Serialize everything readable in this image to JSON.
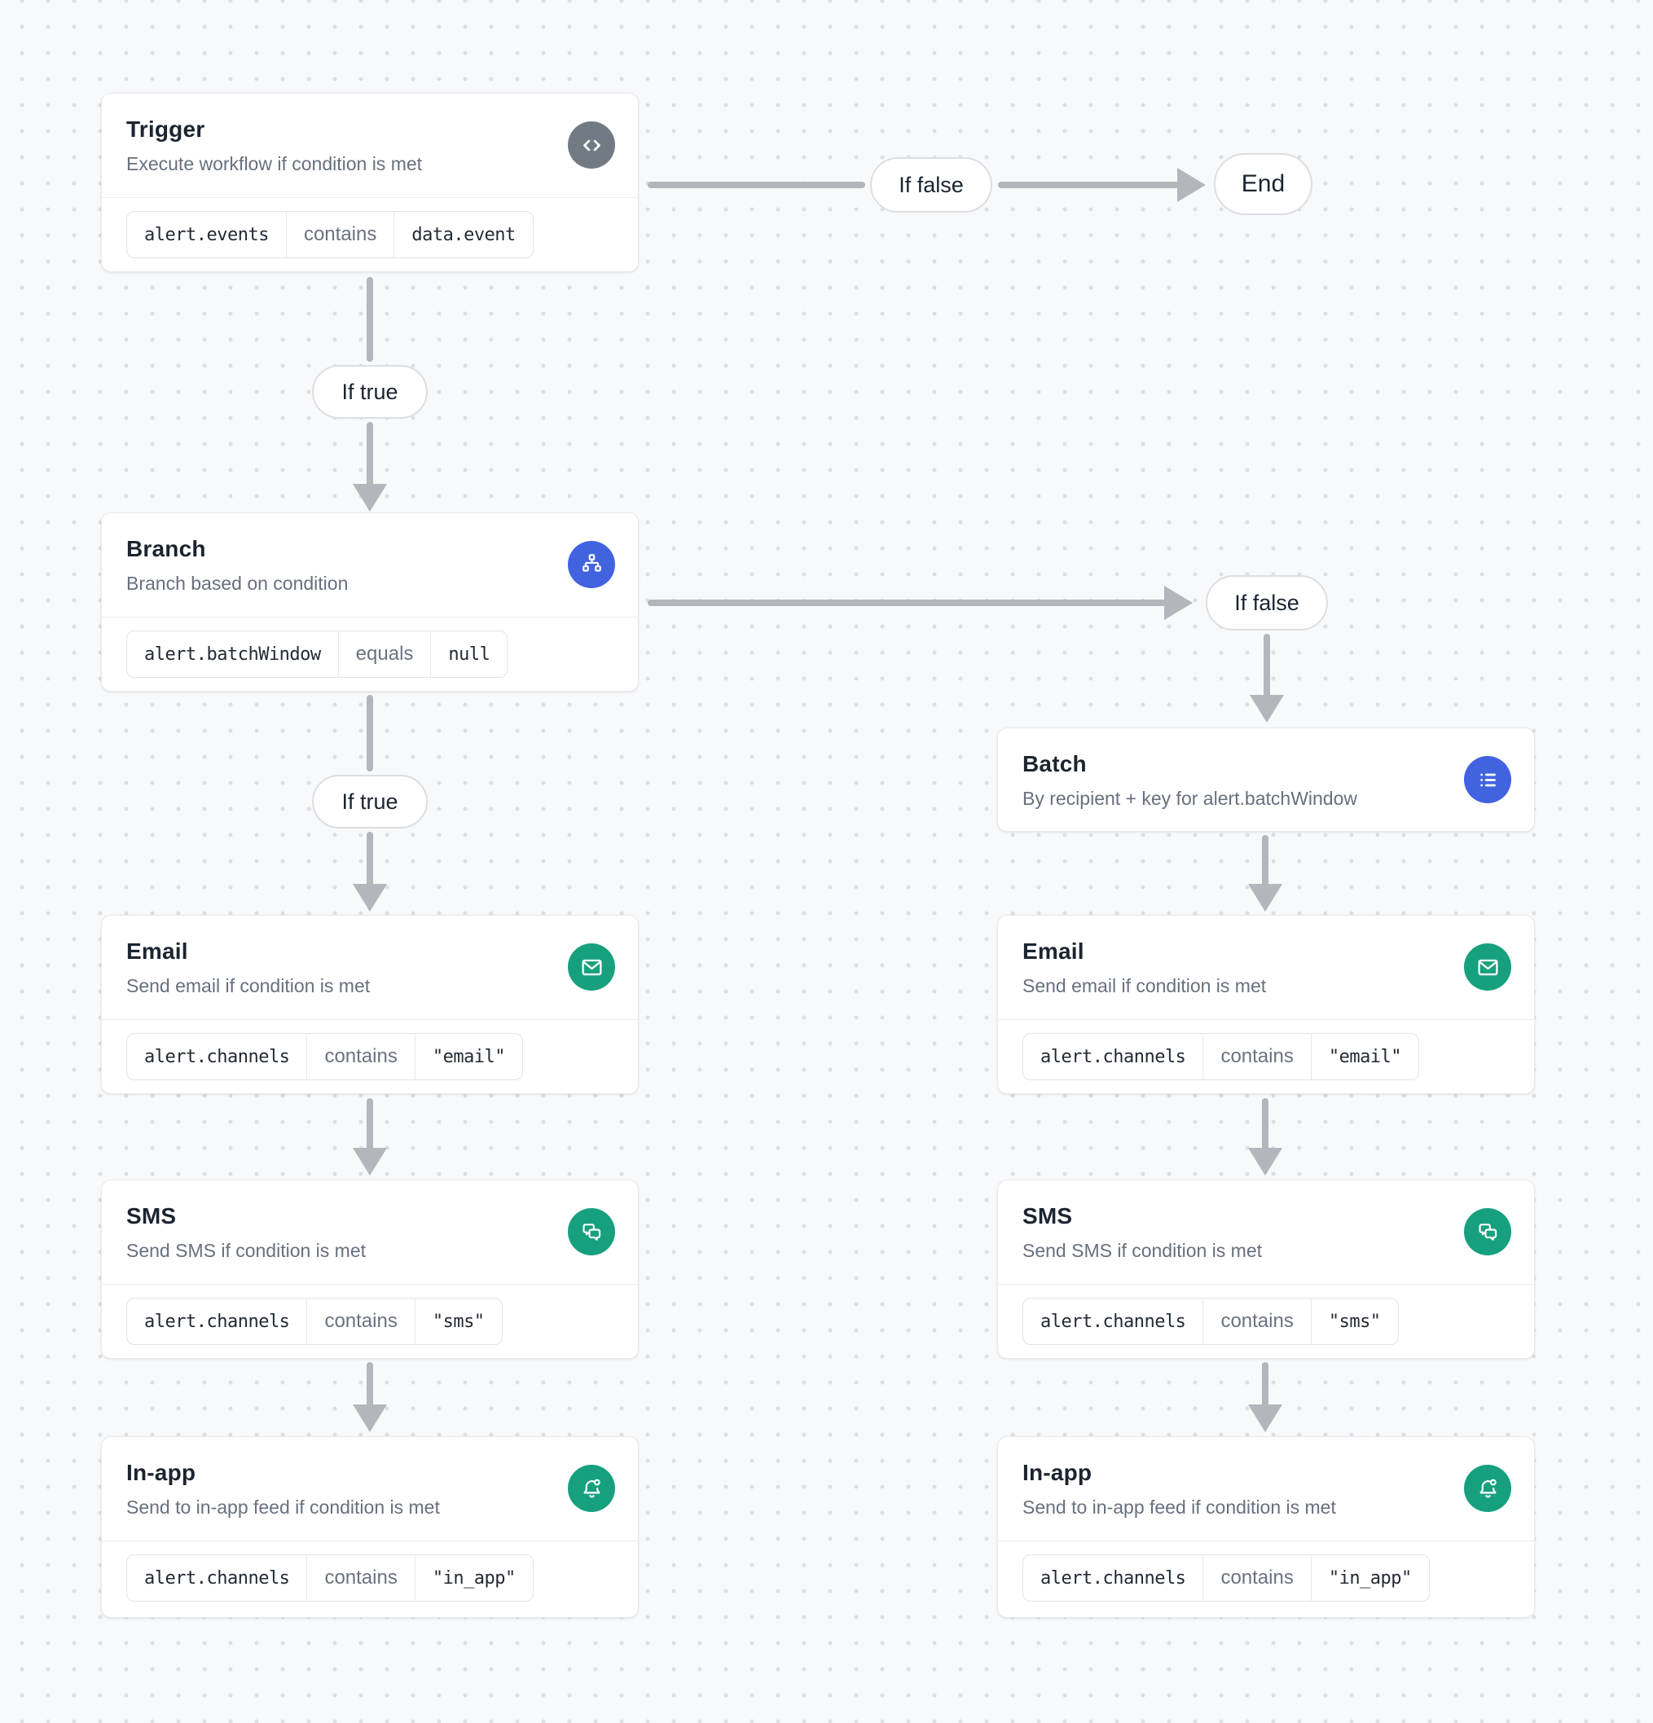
{
  "canvas": {
    "background": "#F8F9FA",
    "dot_color": "#DEDFE3",
    "edge_color": "#B3B6BB"
  },
  "colors": {
    "trigger_icon_gray": "#727A84",
    "logic_icon_blue": "#4263E0",
    "channel_icon_green": "#17A07D",
    "node_border": "#E7E9EC",
    "title_text": "#1C2430",
    "subtitle_text": "#68707E"
  },
  "edge_labels": {
    "trigger_if_false": "If false",
    "trigger_if_true": "If true",
    "end": "End",
    "branch_if_false": "If false",
    "branch_if_true": "If true"
  },
  "nodes": {
    "trigger": {
      "title": "Trigger",
      "subtitle": "Execute workflow if condition is met",
      "icon": "code-icon",
      "condition": {
        "field": "alert.events",
        "operator": "contains",
        "value": "data.event"
      }
    },
    "branch": {
      "title": "Branch",
      "subtitle": "Branch based on condition",
      "icon": "sitemap-icon",
      "condition": {
        "field": "alert.batchWindow",
        "operator": "equals",
        "value": "null"
      }
    },
    "batch": {
      "title": "Batch",
      "subtitle": "By recipient + key for alert.batchWindow",
      "icon": "list-icon"
    },
    "email_left": {
      "title": "Email",
      "subtitle": "Send email if condition is met",
      "icon": "mail-icon",
      "condition": {
        "field": "alert.channels",
        "operator": "contains",
        "value": "\"email\""
      }
    },
    "sms_left": {
      "title": "SMS",
      "subtitle": "Send SMS if condition is met",
      "icon": "chat-icon",
      "condition": {
        "field": "alert.channels",
        "operator": "contains",
        "value": "\"sms\""
      }
    },
    "inapp_left": {
      "title": "In-app",
      "subtitle": "Send to in-app feed if condition is met",
      "icon": "bell-dot-icon",
      "condition": {
        "field": "alert.channels",
        "operator": "contains",
        "value": "\"in_app\""
      }
    },
    "email_right": {
      "title": "Email",
      "subtitle": "Send email if condition is met",
      "icon": "mail-icon",
      "condition": {
        "field": "alert.channels",
        "operator": "contains",
        "value": "\"email\""
      }
    },
    "sms_right": {
      "title": "SMS",
      "subtitle": "Send SMS if condition is met",
      "icon": "chat-icon",
      "condition": {
        "field": "alert.channels",
        "operator": "contains",
        "value": "\"sms\""
      }
    },
    "inapp_right": {
      "title": "In-app",
      "subtitle": "Send to in-app feed if condition is met",
      "icon": "bell-dot-icon",
      "condition": {
        "field": "alert.channels",
        "operator": "contains",
        "value": "\"in_app\""
      }
    }
  }
}
